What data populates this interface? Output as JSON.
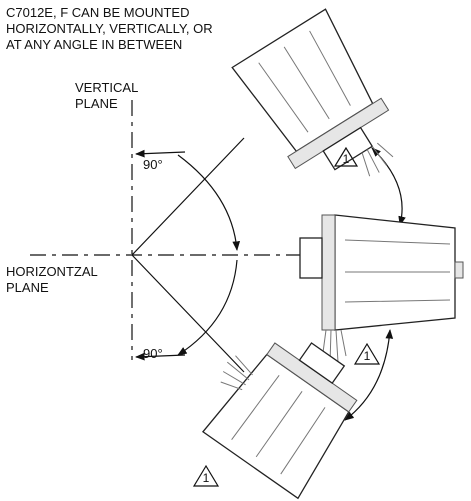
{
  "caption": {
    "line1": "C7012E, F CAN BE MOUNTED",
    "line2": "HORIZONTALLY, VERTICALLY, OR",
    "line3": "AT ANY ANGLE IN BETWEEN"
  },
  "vertical_plane": {
    "line1": "VERTICAL",
    "line2": "PLANE"
  },
  "horizontal_plane": {
    "line1": "HORIZONTZAL",
    "line2": "PLANE"
  },
  "angles": {
    "upper": "90°",
    "lower": "90°"
  },
  "notes": {
    "top": "1",
    "middle": "1",
    "bottom": "1"
  }
}
